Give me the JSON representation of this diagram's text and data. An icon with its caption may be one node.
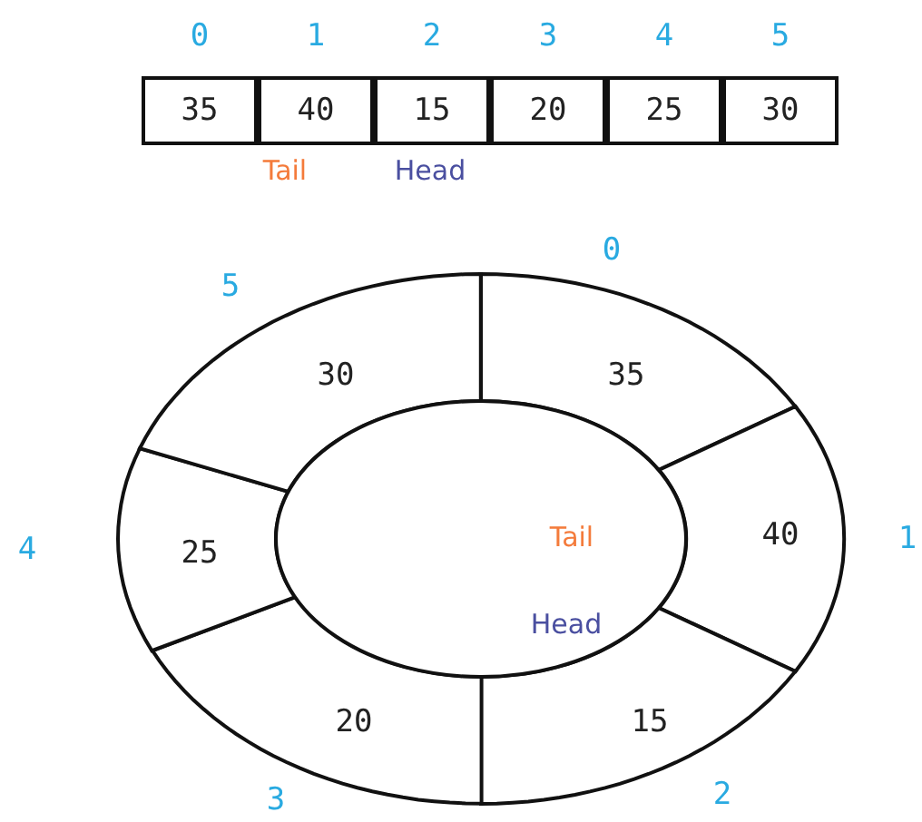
{
  "diagram": {
    "nodes": [
      {
        "text": [
          "35"
        ],
        "beside": [
          "0"
        ]
      },
      {
        "text": [
          "40"
        ],
        "beside": [
          "1"
        ]
      },
      {
        "text": [
          "15"
        ],
        "beside": [
          "2"
        ]
      },
      {
        "text": [
          "20"
        ],
        "beside": [
          "3"
        ]
      },
      {
        "text": [
          "25"
        ],
        "beside": [
          "4"
        ]
      },
      {
        "text": [
          "30"
        ],
        "beside": [
          "5"
        ]
      },
      {
        "text": [
          "35"
        ],
        "beside": [
          "0"
        ]
      },
      {
        "text": [
          "40"
        ],
        "beside": [
          "1"
        ]
      },
      {
        "text": [
          "15"
        ],
        "beside": [
          "2"
        ]
      },
      {
        "text": [
          "20"
        ],
        "beside": [
          "3"
        ]
      },
      {
        "text": [
          "25"
        ],
        "beside": [
          "4"
        ]
      },
      {
        "text": [
          "30"
        ],
        "beside": [
          "5"
        ]
      },
      {
        "text": [
          "Tail",
          "Head"
        ]
      }
    ],
    "edges": [],
    "labels": [
      "Tail",
      "Head"
    ]
  }
}
